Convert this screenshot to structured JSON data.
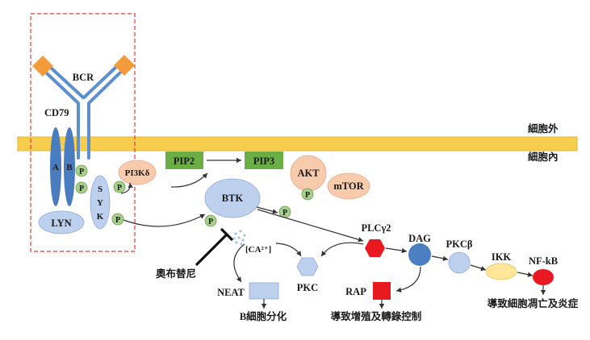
{
  "diagram": {
    "bcr": "BCR",
    "cd79": "CD79",
    "cd79a": "A",
    "cd79b": "B",
    "extracellular": "細胞外",
    "intracellular": "細胞內",
    "phospho": "P",
    "syk_letters": [
      "S",
      "Y",
      "K"
    ],
    "lyn": "LYN",
    "pi3k": "PI3Kδ",
    "pip2": "PIP2",
    "pip3": "PIP3",
    "akt": "AKT",
    "mtor": "mTOR",
    "btk": "BTK",
    "inhibitor": "奧布替尼",
    "calcium": "[CA²⁺]",
    "plcg2": "PLCγ2",
    "pkc": "PKC",
    "neat": "NEAT",
    "b_cell_differentiation": "B細胞分化",
    "dag": "DAG",
    "rap": "RAP",
    "proliferation_outcome": "導致增殖及轉錄控制",
    "pkcb": "PKCβ",
    "ikk": "IKK",
    "nfkb": "NF-kB",
    "apoptosis_outcome": "導致細胞凋亡及炎症"
  },
  "colors": {
    "bcr": "#5B8FD0",
    "bcr_tips": "#F39A3B",
    "membrane": "#F7CD4E",
    "membrane_border": "#E2B335",
    "cd79": "#4A7DC0",
    "phospho": "#A8D08D",
    "light_blue": "#BDD0EE",
    "peach": "#F8CBAD",
    "pip": "#6AAE45",
    "red": "#E8191F",
    "dag": "#4B7FC1",
    "ikk": "#FFE699",
    "dashed_box": "#E03A3A",
    "calcium_dots": "#9DC3E6"
  }
}
